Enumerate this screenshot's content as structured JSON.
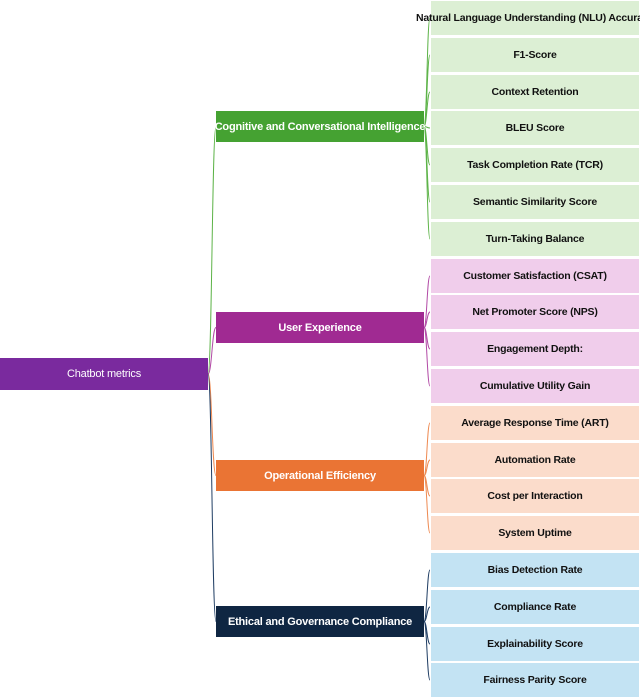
{
  "root": {
    "label": "Chatbot metrics",
    "color": "#7a2a9e"
  },
  "categories": [
    {
      "label": "Cognitive and Conversational Intelligence",
      "color": "#45a232",
      "line_color": "#5db348",
      "leaf_color": "#dcefd4",
      "leaves": [
        "Natural Language Understanding (NLU) Accuracy",
        "F1-Score",
        "Context Retention",
        "BLEU Score",
        "Task Completion Rate (TCR)",
        "Semantic Similarity Score",
        "Turn-Taking Balance"
      ]
    },
    {
      "label": "User Experience",
      "color": "#a02a92",
      "line_color": "#b24aa6",
      "leaf_color": "#f0cdeb",
      "leaves": [
        "Customer Satisfaction (CSAT)",
        "Net Promoter Score (NPS)",
        "Engagement Depth:",
        "Cumulative Utility Gain"
      ]
    },
    {
      "label": "Operational Efficiency",
      "color": "#ea7434",
      "line_color": "#ee8a52",
      "leaf_color": "#fbdccb",
      "leaves": [
        "Average Response Time (ART)",
        "Automation Rate",
        "Cost per Interaction",
        "System Uptime"
      ]
    },
    {
      "label": "Ethical and Governance Compliance",
      "color": "#0f2642",
      "line_color": "#1f3d63",
      "leaf_color": "#c3e3f3",
      "leaves": [
        "Bias Detection Rate",
        "Compliance Rate",
        "Explainability Score",
        "Fairness Parity Score"
      ]
    }
  ]
}
